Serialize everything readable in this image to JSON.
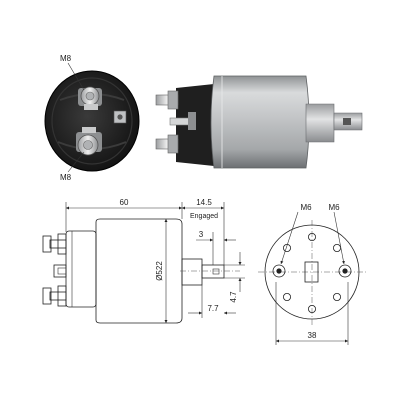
{
  "photo_labels": {
    "top_thread": "M8",
    "bottom_thread": "M8"
  },
  "side_view": {
    "body_length": "60",
    "plunger_travel": "14.5",
    "engaged_label": "Engaged",
    "plunger_offset": "3",
    "body_diameter": "Ø522",
    "slot_width": "4.7",
    "plunger_length": "7.7"
  },
  "end_view": {
    "thread_left": "M6",
    "thread_right": "M6",
    "width": "38"
  },
  "colors": {
    "housing": "#b9bbbd",
    "housing_dark": "#6f7275",
    "cap_black": "#1b1b1b",
    "terminal_metal": "#d8d9da",
    "line": "#222222"
  }
}
